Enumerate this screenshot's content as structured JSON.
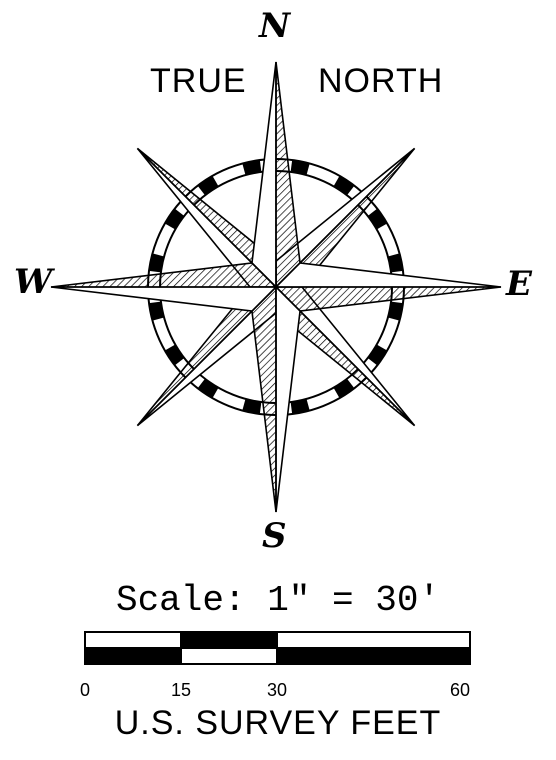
{
  "title": {
    "left": "TRUE",
    "right": "NORTH"
  },
  "cardinals": {
    "north": "N",
    "south": "S",
    "west": "W",
    "east": "E"
  },
  "scale": {
    "text": "Scale:  1\"  =  30'",
    "ticks": [
      "0",
      "15",
      "30",
      "60"
    ],
    "units": "U.S. SURVEY FEET"
  },
  "colors": {
    "ink": "#000000",
    "paper": "#ffffff"
  }
}
